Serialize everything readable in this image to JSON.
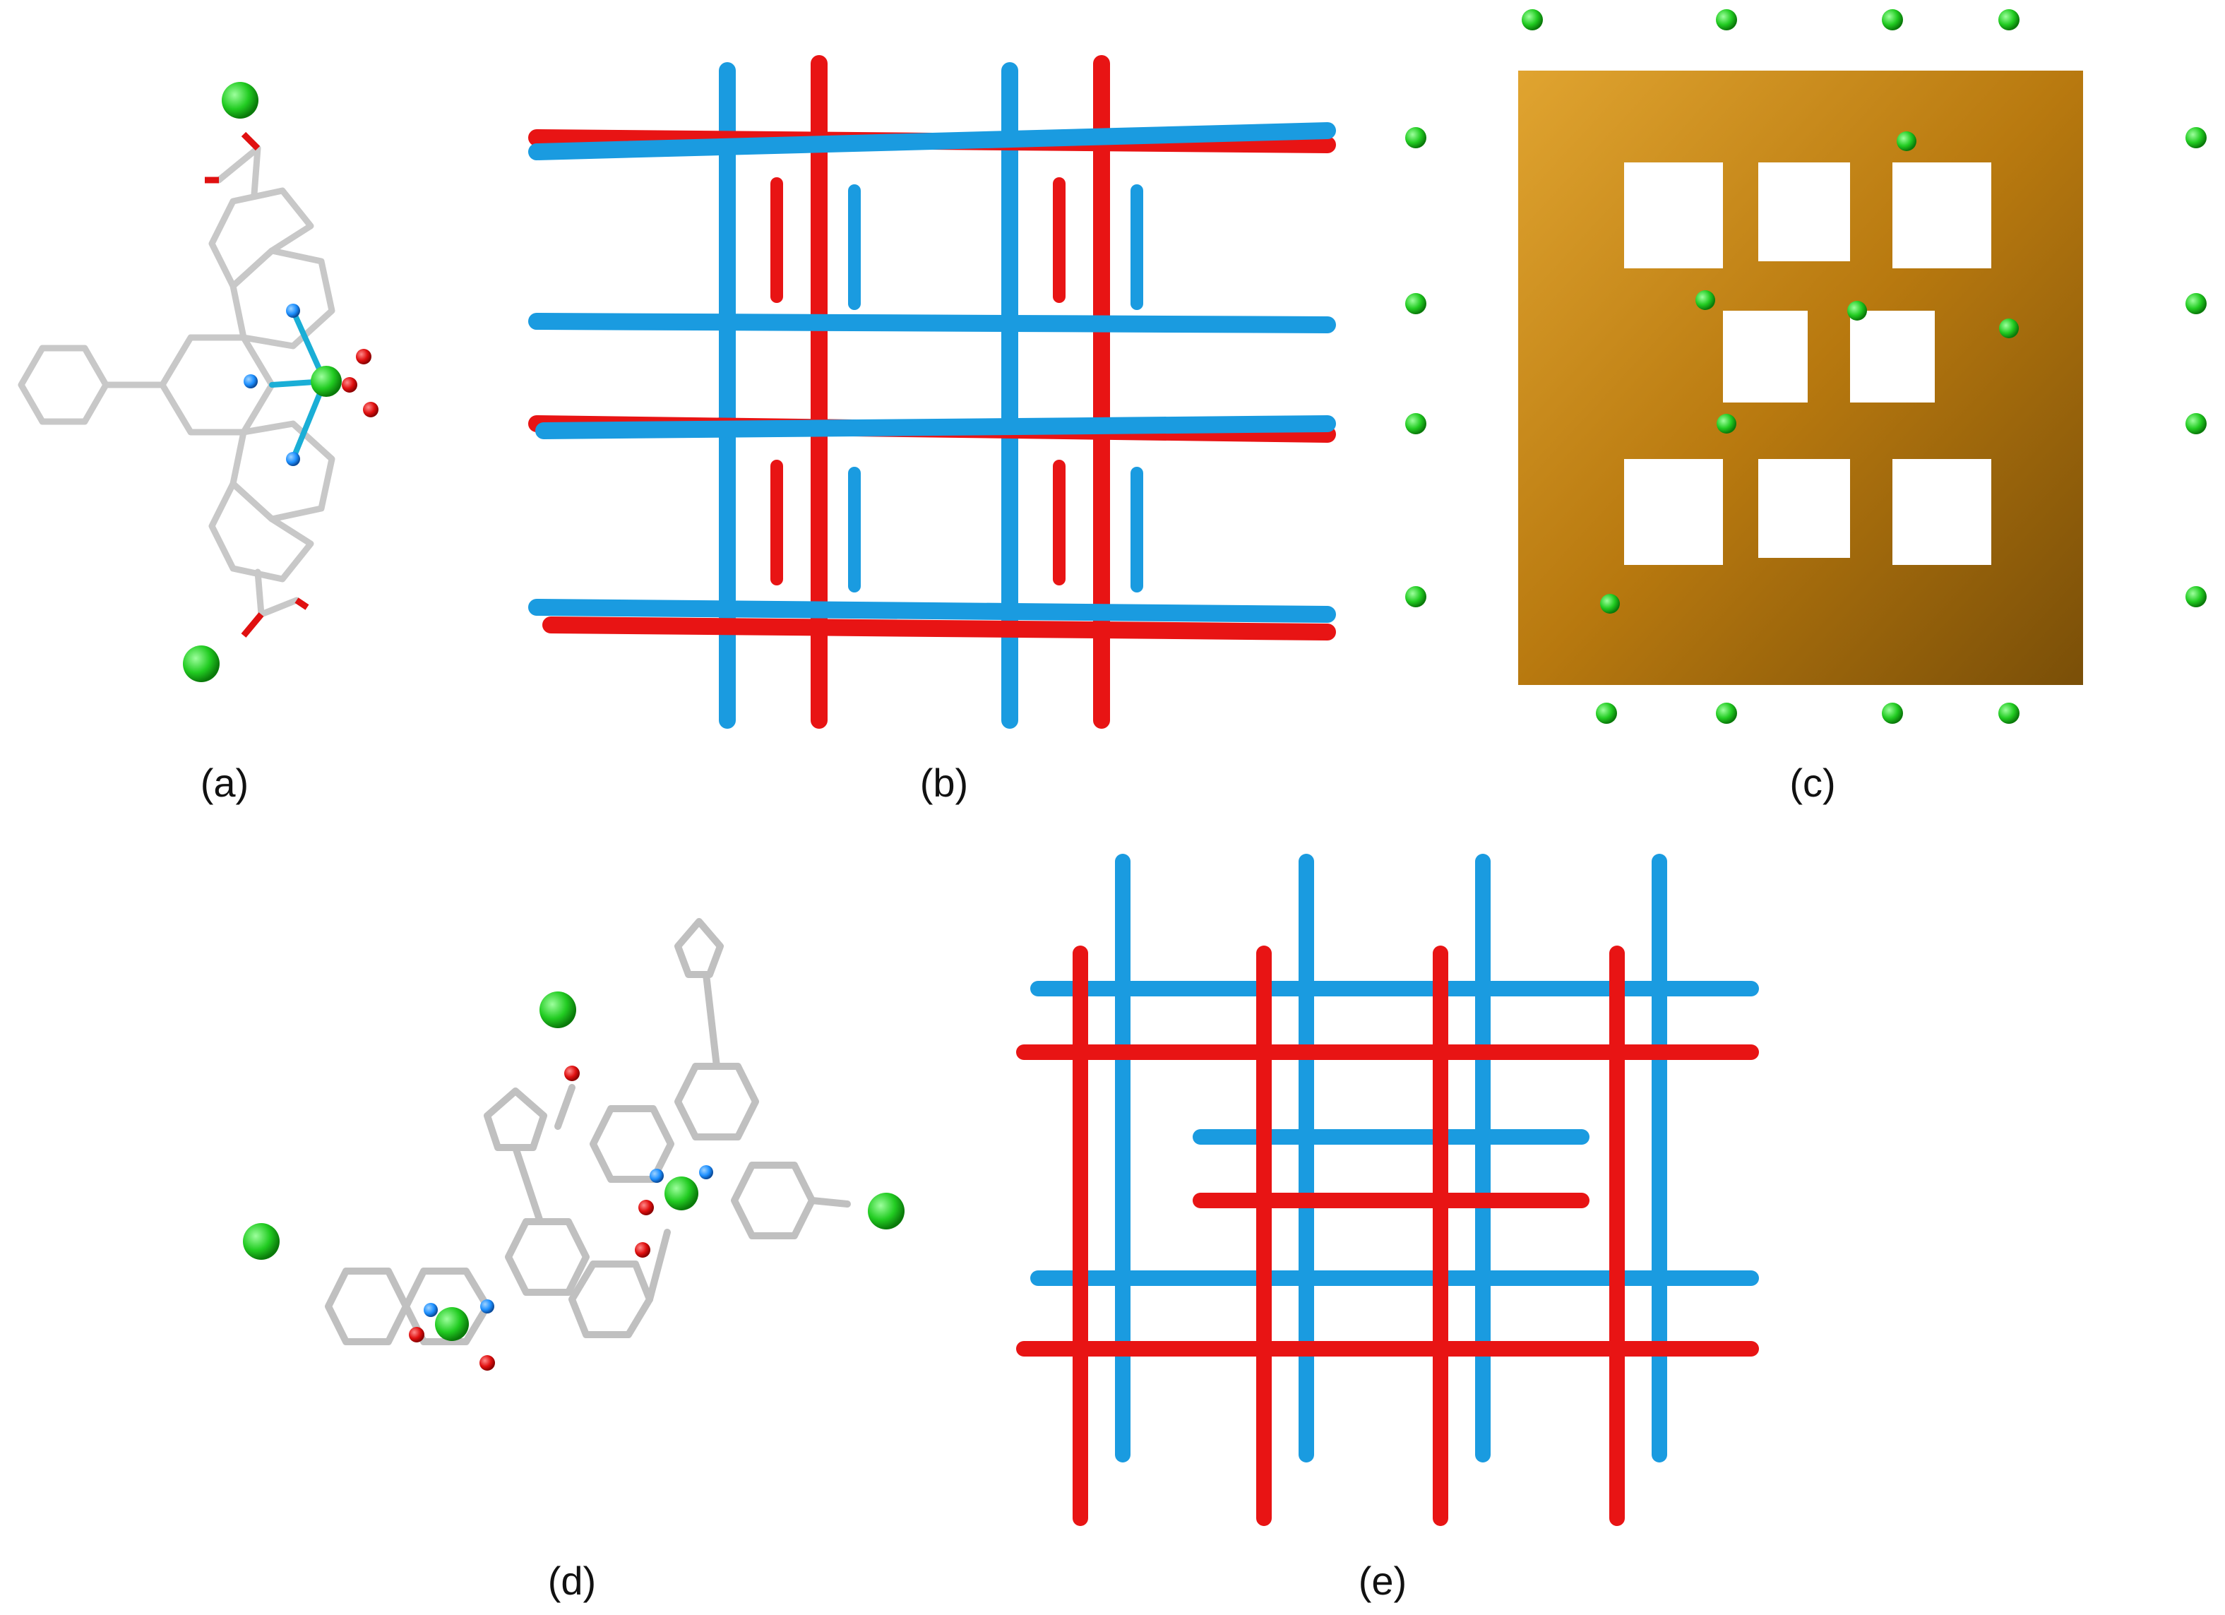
{
  "figure": {
    "panels": [
      {
        "id": "a",
        "label": "(a)"
      },
      {
        "id": "b",
        "label": "(b)"
      },
      {
        "id": "c",
        "label": "(c)"
      },
      {
        "id": "d",
        "label": "(d)"
      },
      {
        "id": "e",
        "label": "(e)"
      }
    ],
    "colors": {
      "carbon_bond": "#c8c8c8",
      "metal_atom": "#22cc22",
      "oxygen_atom": "#e01010",
      "nitrogen_atom": "#1e90ff",
      "framework_red": "#e81414",
      "framework_blue": "#1a9be0",
      "pore_surface": "#c78a1a"
    }
  }
}
